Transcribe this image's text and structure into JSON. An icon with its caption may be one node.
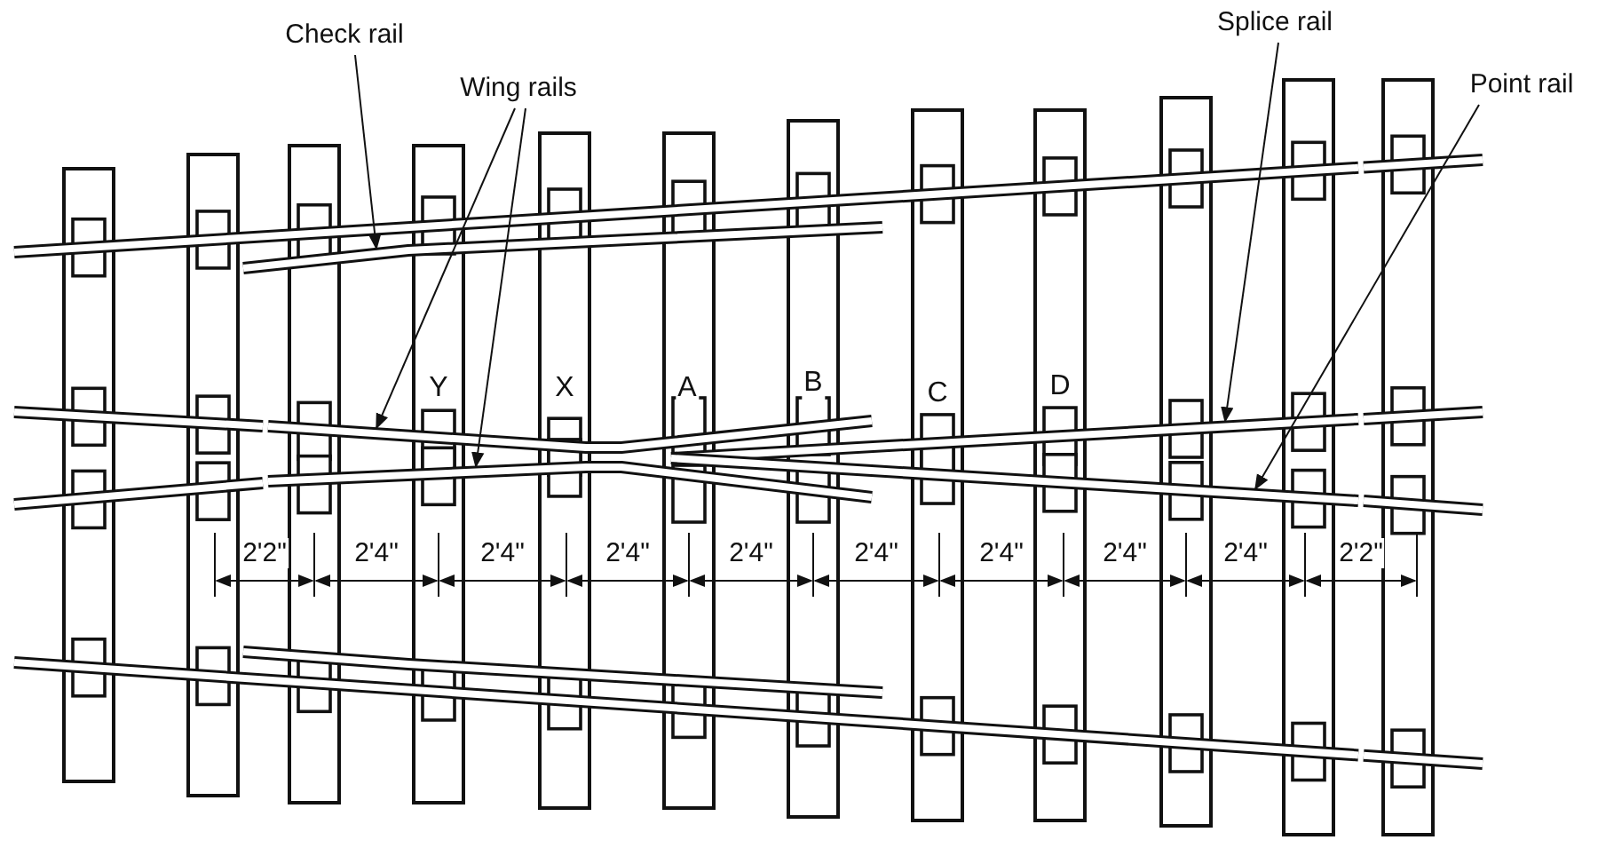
{
  "diagram": {
    "nodes": [
      {
        "text": [
          "Check rail"
        ]
      },
      {
        "text": [
          "Wing rails"
        ]
      },
      {
        "text": [
          "Splice rail"
        ]
      },
      {
        "text": [
          "Point rail"
        ]
      },
      {
        "text": [],
        "shape": "bar"
      },
      {
        "text": [],
        "shape": "bar"
      },
      {
        "text": [],
        "shape": "bar"
      },
      {
        "text": [],
        "shape": "bar"
      },
      {
        "text": [],
        "shape": "bar"
      }
    ],
    "edges": [
      {
        "from": 0,
        "to": 4,
        "arrow": "to"
      },
      {
        "from": 1,
        "to": 5,
        "arrow": "to"
      },
      {
        "from": 1,
        "to": 6,
        "arrow": "to"
      },
      {
        "from": 2,
        "to": 7,
        "arrow": "to"
      },
      {
        "from": 3,
        "to": 8,
        "arrow": "to"
      }
    ],
    "labels": [
      "Y",
      "X",
      "A",
      "B",
      "C",
      "D",
      "2'2\"",
      "2'4\"",
      "2'4\"",
      "2'4\"",
      "2'4\"",
      "2'4\"",
      "2'4\"",
      "2'4\"",
      "2'4\"",
      "2'2\""
    ]
  }
}
